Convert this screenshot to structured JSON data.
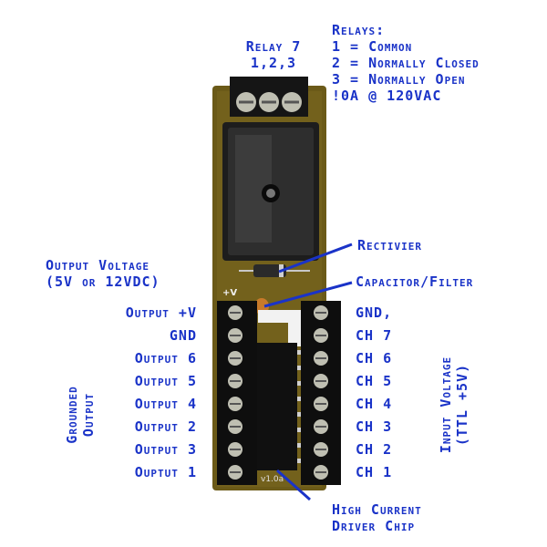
{
  "relay_header": {
    "line1": "Relay 7",
    "line2": "1,2,3"
  },
  "relays_legend": {
    "title": "Relays:",
    "line1": "1 = Common",
    "line2": "2 = Normally Closed",
    "line3": "3 = Normally Open",
    "line4": "!0A @ 120VAC"
  },
  "rectifier_label": "Rectivier",
  "output_voltage": {
    "line1": "Output Voltage",
    "line2": "(5V or 12VDC)"
  },
  "capacitor_label": "Capacitor/Filter",
  "board_silkscreen": {
    "plus_v": "+V",
    "version": "v1.0a"
  },
  "left_terminals": [
    "Output +V",
    "GND",
    "Output 6",
    "Output 5",
    "Output 4",
    "Output 2",
    "Output 3",
    "Ouptut 1"
  ],
  "right_terminals": [
    "GND,",
    "CH 7",
    "CH 6",
    "CH 5",
    "CH 4",
    "CH 3",
    "CH 2",
    "CH 1"
  ],
  "grounded_output": {
    "line1": "Grounded",
    "line2": "Output"
  },
  "input_voltage": {
    "line1": "Input Voltage",
    "line2": "(TTL +5V)"
  },
  "driver_chip": {
    "line1": "High Current",
    "line2": "Driver Chip"
  },
  "colors": {
    "label_blue": "#1a33c8",
    "pcb": "#6b5a18",
    "terminal_black": "#0e0e0e",
    "screw": "#bfbfb2"
  }
}
